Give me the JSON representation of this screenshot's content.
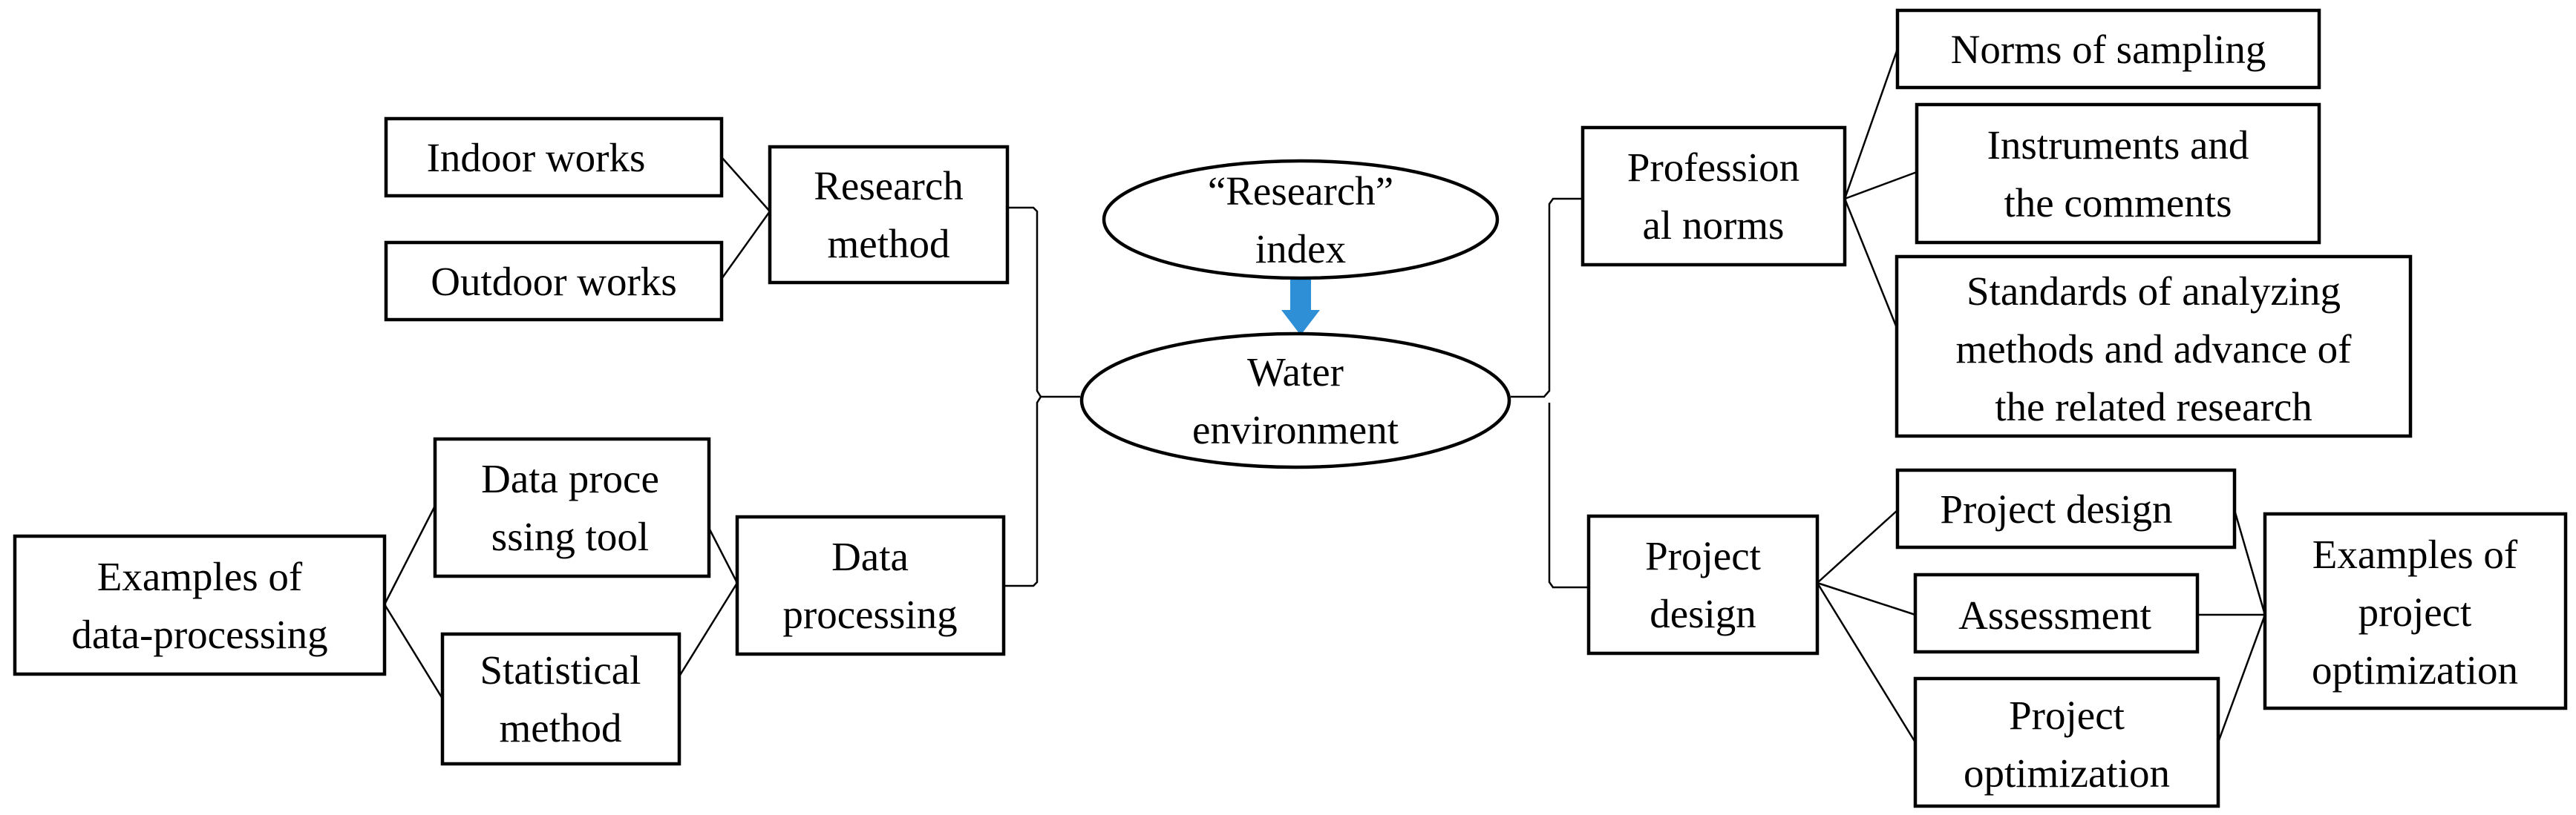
{
  "center": {
    "index_label": [
      "“Research”",
      "index"
    ],
    "water_label": [
      "Water",
      "environment"
    ],
    "arrow_color": "#2E8FD6"
  },
  "left": {
    "research_method": {
      "label": [
        "Research",
        "method"
      ],
      "children": [
        {
          "id": "indoor",
          "label": [
            "Indoor works"
          ]
        },
        {
          "id": "outdoor",
          "label": [
            "Outdoor works"
          ]
        }
      ]
    },
    "data_processing": {
      "label": [
        "Data",
        "processing"
      ],
      "children": [
        {
          "id": "tool",
          "label": [
            "Data proce",
            "ssing tool"
          ]
        },
        {
          "id": "stat",
          "label": [
            "Statistical",
            "method"
          ]
        }
      ],
      "examples": {
        "label": [
          "Examples of",
          "data-processing"
        ]
      }
    }
  },
  "right": {
    "professional_norms": {
      "label": [
        "Profession",
        "al norms"
      ],
      "children": [
        {
          "id": "sampling",
          "label": [
            "Norms of sampling"
          ]
        },
        {
          "id": "instruments",
          "label": [
            "Instruments and",
            "the comments"
          ]
        },
        {
          "id": "standards",
          "label": [
            "Standards of analyzing",
            "methods and advance of",
            "the related research"
          ]
        }
      ]
    },
    "project_design": {
      "label": [
        "Project",
        "design"
      ],
      "children": [
        {
          "id": "pdesign",
          "label": [
            "Project design"
          ]
        },
        {
          "id": "assessment",
          "label": [
            "Assessment"
          ]
        },
        {
          "id": "poptim",
          "label": [
            "Project",
            "optimization"
          ]
        }
      ],
      "examples": {
        "label": [
          "Examples of",
          "project",
          "optimization"
        ]
      }
    }
  }
}
